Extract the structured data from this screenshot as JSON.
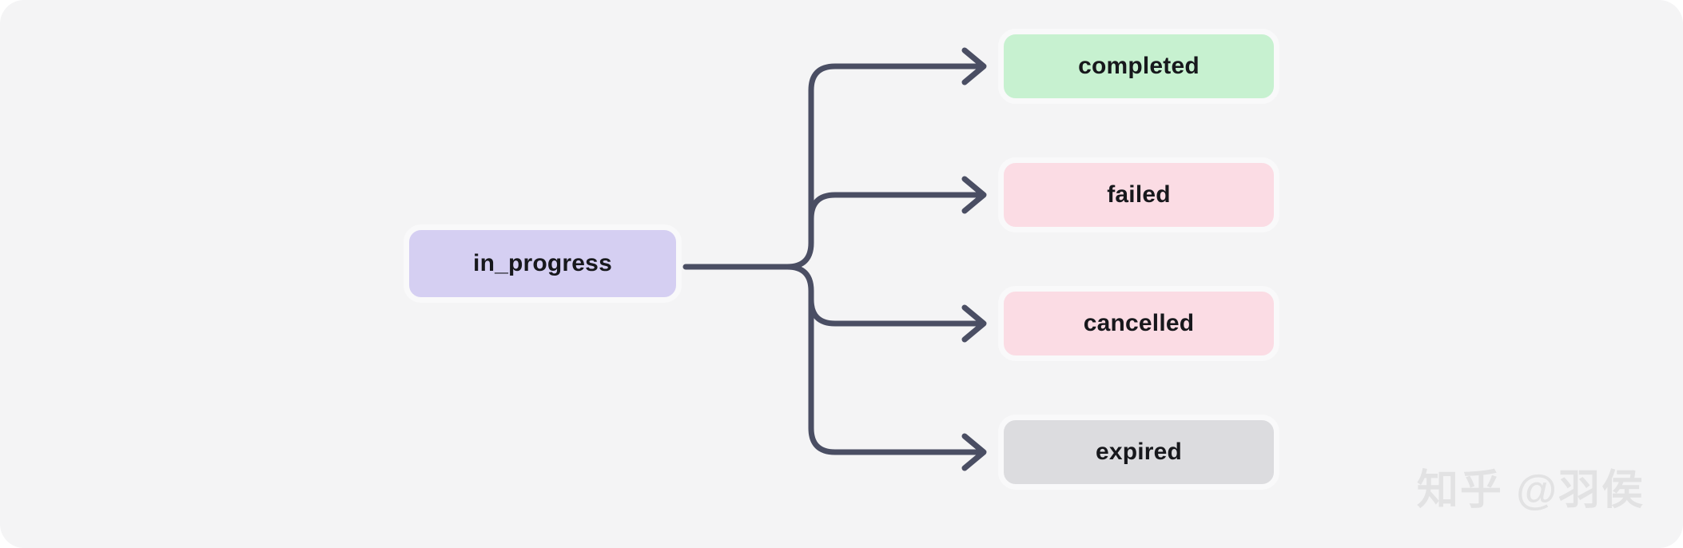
{
  "diagram": {
    "type": "state-flow",
    "orientation": "left-to-right",
    "background_color": "#f4f4f5",
    "edge_color": "#4a4e63",
    "source_node": {
      "id": "in_progress",
      "label": "in_progress",
      "fill_color": "#d5cff2",
      "text_color": "#17181c"
    },
    "target_nodes": [
      {
        "id": "completed",
        "label": "completed",
        "fill_color": "#c7f1d0",
        "text_color": "#17181c"
      },
      {
        "id": "failed",
        "label": "failed",
        "fill_color": "#fbdce4",
        "text_color": "#17181c"
      },
      {
        "id": "cancelled",
        "label": "cancelled",
        "fill_color": "#fbdce4",
        "text_color": "#17181c"
      },
      {
        "id": "expired",
        "label": "expired",
        "fill_color": "#dcdcdf",
        "text_color": "#17181c"
      }
    ],
    "edges": [
      {
        "from": "in_progress",
        "to": "completed",
        "style": "elbow-arrow"
      },
      {
        "from": "in_progress",
        "to": "failed",
        "style": "elbow-arrow"
      },
      {
        "from": "in_progress",
        "to": "cancelled",
        "style": "elbow-arrow"
      },
      {
        "from": "in_progress",
        "to": "expired",
        "style": "elbow-arrow"
      }
    ]
  },
  "watermark": {
    "text": "知乎 @羽侯",
    "color": "#e2e2e3"
  }
}
